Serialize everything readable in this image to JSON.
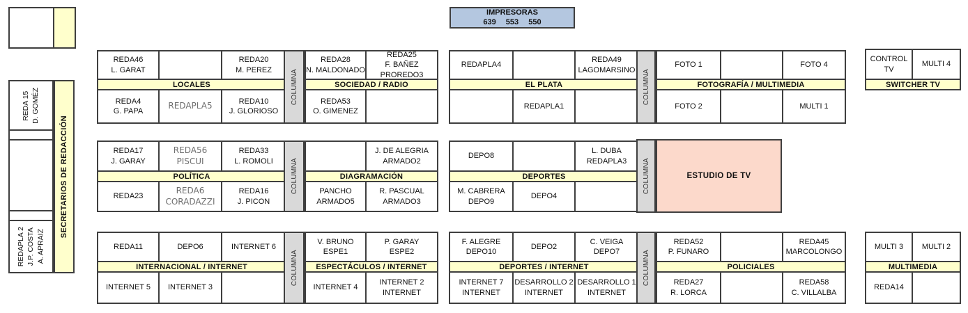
{
  "colors": {
    "bd": "#3f3f3f",
    "yellow": "#ffffcc",
    "gray": "#d9d9d9",
    "blue": "#b4c7e0",
    "pink": "#fcd9cb",
    "txt": "#111111",
    "alt": "#6f6f6f"
  },
  "impresoras": {
    "title": "IMPRESORAS",
    "numbers": "639  553  550"
  },
  "columna_label": "COLUMNA",
  "estudio_label": "ESTUDIO DE TV",
  "left_panel": {
    "strip_label": "SECRETARIOS DE REDACCIÓN",
    "cells": [
      "REDA 15\nD. GOMÉZ",
      "",
      "",
      "",
      "REDAPLA 2\nJ.P. COSTA\nA. APRAIZ"
    ]
  },
  "groups": {
    "locales": {
      "band": "LOCALES",
      "top": [
        {
          "text": "REDA46\nL. GARAT"
        },
        {
          "text": ""
        },
        {
          "text": "REDA20\nM. PEREZ"
        }
      ],
      "bottom": [
        {
          "text": "REDA4\nG. PAPA"
        },
        {
          "text": "REDAPLA5",
          "alt": true
        },
        {
          "text": "REDA10\nJ. GLORIOSO"
        }
      ]
    },
    "sociedad": {
      "band": "SOCIEDAD / RADIO",
      "top": [
        {
          "text": "REDA28\nN. MALDONADO"
        },
        {
          "text": "REDA25\nF. BAÑEZ\nPROREDO3"
        }
      ],
      "bottom": [
        {
          "text": "REDA53\nO. GIMENEZ"
        },
        {
          "text": ""
        }
      ]
    },
    "elplata": {
      "band": "EL PLATA",
      "top": [
        {
          "text": "REDAPLA4"
        },
        {
          "text": ""
        },
        {
          "text": "REDA49\nLAGOMARSINO"
        }
      ],
      "bottom": [
        {
          "text": ""
        },
        {
          "text": "REDAPLA1"
        },
        {
          "text": ""
        }
      ]
    },
    "foto": {
      "band": "FOTOGRAFÍA / MULTIMEDIA",
      "top": [
        {
          "text": "FOTO 1"
        },
        {
          "text": ""
        },
        {
          "text": "FOTO 4"
        }
      ],
      "bottom": [
        {
          "text": "FOTO 2"
        },
        {
          "text": ""
        },
        {
          "text": "MULTI 1"
        }
      ]
    },
    "switcher": {
      "band": "SWITCHER TV",
      "top": [
        {
          "text": "CONTROL TV"
        },
        {
          "text": "MULTI 4"
        }
      ],
      "bottom": []
    },
    "politica": {
      "band": "POLÍTICA",
      "top": [
        {
          "text": "REDA17\nJ. GARAY"
        },
        {
          "text": "REDA56\nPISCUI",
          "alt": true
        },
        {
          "text": "REDA33\nL. ROMOLI"
        }
      ],
      "bottom": [
        {
          "text": "REDA23"
        },
        {
          "text": "REDA6\nCORADAZZI",
          "alt": true
        },
        {
          "text": "REDA16\nJ. PICON"
        }
      ]
    },
    "diagramacion": {
      "band": "DIAGRAMACIÓN",
      "top": [
        {
          "text": ""
        },
        {
          "text": "J. DE ALEGRIA\nARMADO2"
        }
      ],
      "bottom": [
        {
          "text": "PANCHO\nARMADO5"
        },
        {
          "text": "R. PASCUAL\nARMADO3"
        }
      ]
    },
    "deportes": {
      "band": "DEPORTES",
      "top": [
        {
          "text": "DEPO8"
        },
        {
          "text": ""
        },
        {
          "text": "L. DUBA\nREDAPLA3"
        }
      ],
      "bottom": [
        {
          "text": "M. CABRERA\nDEPO9"
        },
        {
          "text": "DEPO4"
        },
        {
          "text": ""
        }
      ]
    },
    "internacional": {
      "band": "INTERNACIONAL / INTERNET",
      "top": [
        {
          "text": "REDA11"
        },
        {
          "text": "DEPO6"
        },
        {
          "text": "INTERNET 6"
        }
      ],
      "bottom": [
        {
          "text": "INTERNET 5"
        },
        {
          "text": "INTERNET 3"
        },
        {
          "text": ""
        }
      ]
    },
    "espectaculos": {
      "band": "ESPECTÁCULOS / INTERNET",
      "top": [
        {
          "text": "V. BRUNO\nESPE1"
        },
        {
          "text": "P. GARAY\nESPE2"
        }
      ],
      "bottom": [
        {
          "text": "INTERNET 4"
        },
        {
          "text": "INTERNET 2\nINTERNET"
        }
      ]
    },
    "deportes_internet": {
      "band": "DEPORTES / INTERNET",
      "top": [
        {
          "text": "F. ALEGRE\nDEPO10"
        },
        {
          "text": "DEPO2"
        },
        {
          "text": "C. VEIGA\nDEPO7"
        }
      ],
      "bottom": [
        {
          "text": "INTERNET 7\nINTERNET"
        },
        {
          "text": "DESARROLLO 2\nINTERNET"
        },
        {
          "text": "DESARROLLO 1\nINTERNET"
        }
      ]
    },
    "policiales": {
      "band": "POLICIALES",
      "top": [
        {
          "text": "REDA52\nP. FUNARO"
        },
        {
          "text": ""
        },
        {
          "text": "REDA45\nMARCOLONGO"
        }
      ],
      "bottom": [
        {
          "text": "REDA27\nR. LORCA"
        },
        {
          "text": ""
        },
        {
          "text": "REDA58\nC. VILLALBA"
        }
      ]
    },
    "multimedia": {
      "band": "MULTIMEDIA",
      "top": [
        {
          "text": "MULTI 3"
        },
        {
          "text": "MULTI 2"
        }
      ],
      "bottom": [
        {
          "text": "REDA14"
        },
        {
          "text": ""
        }
      ]
    }
  }
}
